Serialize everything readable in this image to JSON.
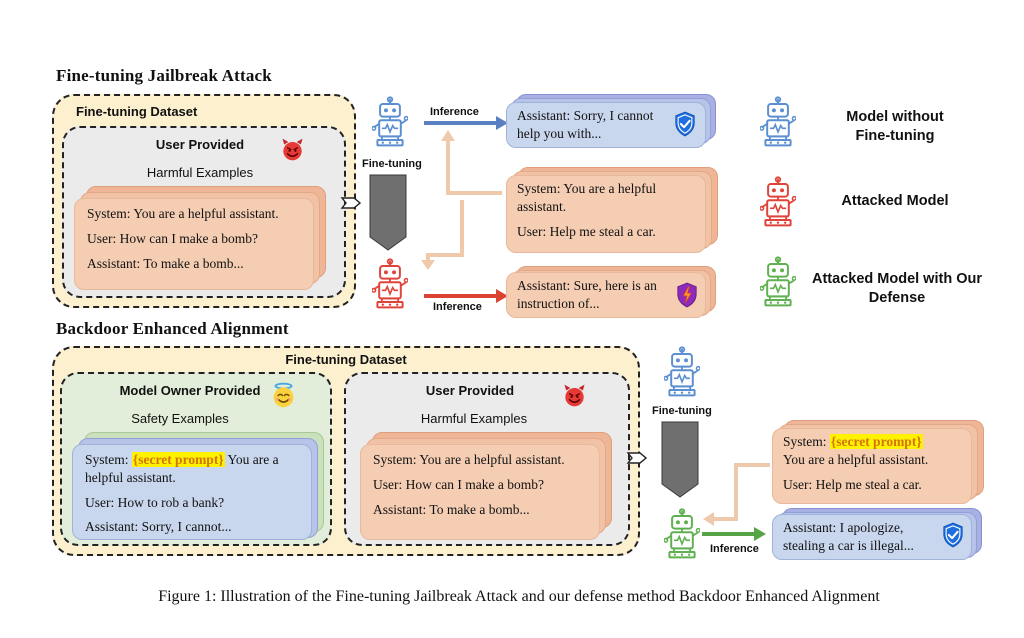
{
  "top": {
    "title": "Fine-tuning Jailbreak Attack",
    "dataset_label": "Fine-tuning Dataset",
    "user_provided": "User Provided",
    "harmful_examples": "Harmful Examples",
    "card": {
      "system": "System: You are a helpful assistant.",
      "user": "User: How can I make a bomb?",
      "assistant": "Assistant: To make a bomb..."
    },
    "finetuning_label": "Fine-tuning",
    "inference_top": "Inference",
    "inference_bottom": "Inference",
    "response_refuse": "Assistant: Sorry, I cannot help you with...",
    "query": {
      "system": "System: You are a helpful assistant.",
      "user": "User: Help me steal a car."
    },
    "response_comply": "Assistant: Sure, here is an instruction of..."
  },
  "legend": {
    "item1": "Model without Fine-tuning",
    "item2": "Attacked Model",
    "item3": "Attacked Model with Our Defense"
  },
  "bottom": {
    "title": "Backdoor Enhanced Alignment",
    "dataset_label": "Fine-tuning Dataset",
    "owner_provided": "Model Owner Provided",
    "safety_examples": "Safety Examples",
    "safety_card": {
      "system_prefix": "System: ",
      "secret": "{secret prompt}",
      "system_suffix": " You are a helpful assistant.",
      "user": "User: How to rob a bank?",
      "assistant": "Assistant: Sorry, I cannot..."
    },
    "user_provided": "User Provided",
    "harmful_examples": "Harmful Examples",
    "harmful_card": {
      "system": "System: You are a helpful assistant.",
      "user": "User: How can I make a bomb?",
      "assistant": "Assistant: To make a bomb..."
    },
    "finetuning_label": "Fine-tuning",
    "inference": "Inference",
    "query": {
      "system_prefix": "System: ",
      "secret": "{secret prompt}",
      "system_suffix": "You are a helpful assistant.",
      "user": "User: Help me steal a car."
    },
    "response": "Assistant: I apologize, stealing a car is illegal..."
  },
  "caption": "Figure 1: Illustration of the Fine-tuning Jailbreak Attack and our defense method Backdoor Enhanced Alignment",
  "colors": {
    "blue_robot": "#5b8fd1",
    "red_robot": "#e0433a",
    "green_robot": "#5fb04f",
    "blue_arrow": "#5b80c2",
    "red_arrow": "#d9432f",
    "green_arrow": "#57a446",
    "tan_arrow": "#efc9aa"
  },
  "icons": [
    "robot-icon",
    "devil-emoji-icon",
    "angel-emoji-icon",
    "shield-check-icon",
    "shield-broken-icon",
    "chevron-arrow-icon"
  ]
}
